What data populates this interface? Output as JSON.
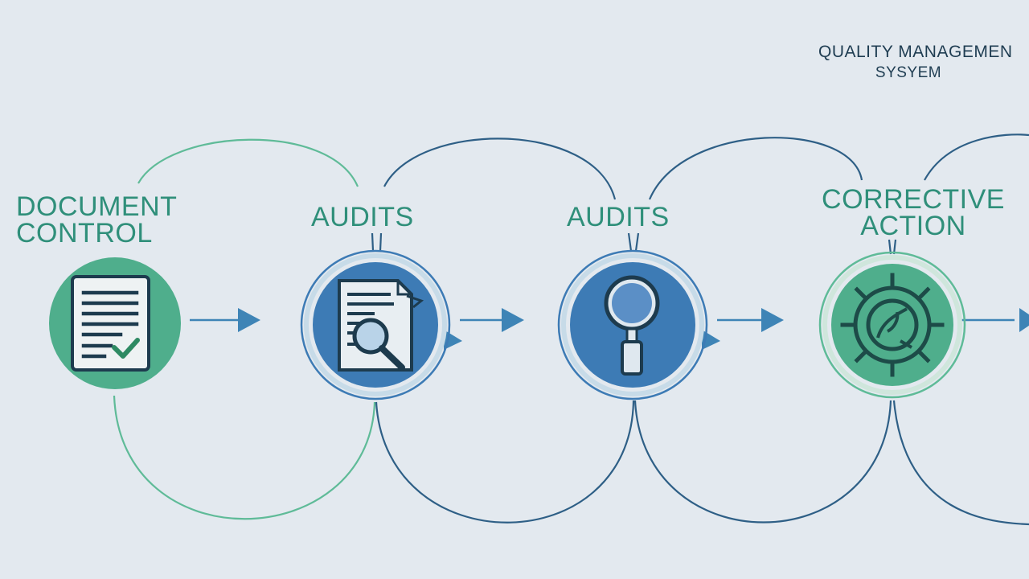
{
  "heading": {
    "line1": "QUALITY MANAGEMEN",
    "line2": "SYSYEM"
  },
  "steps": [
    {
      "id": "document-control",
      "label_lines": [
        "DOCUMENT",
        "CONTROL"
      ],
      "icon": "document-check-icon",
      "color": "#4fae8c"
    },
    {
      "id": "audits-1",
      "label_lines": [
        "AUDITS"
      ],
      "icon": "document-search-icon",
      "color": "#3d7bb5"
    },
    {
      "id": "audits-2",
      "label_lines": [
        "AUDITS"
      ],
      "icon": "magnifier-icon",
      "color": "#3d7bb5"
    },
    {
      "id": "corrective-action",
      "label_lines": [
        "CORRECTIVE",
        "ACTION"
      ],
      "icon": "gear-icon",
      "color": "#4fae8c"
    }
  ],
  "colors": {
    "background": "#e3e9ef",
    "teal": "#4fae8c",
    "blue": "#3d7bb5",
    "navy": "#2a5578",
    "label": "#2f8f7a",
    "arrow": "#3e84b6"
  }
}
